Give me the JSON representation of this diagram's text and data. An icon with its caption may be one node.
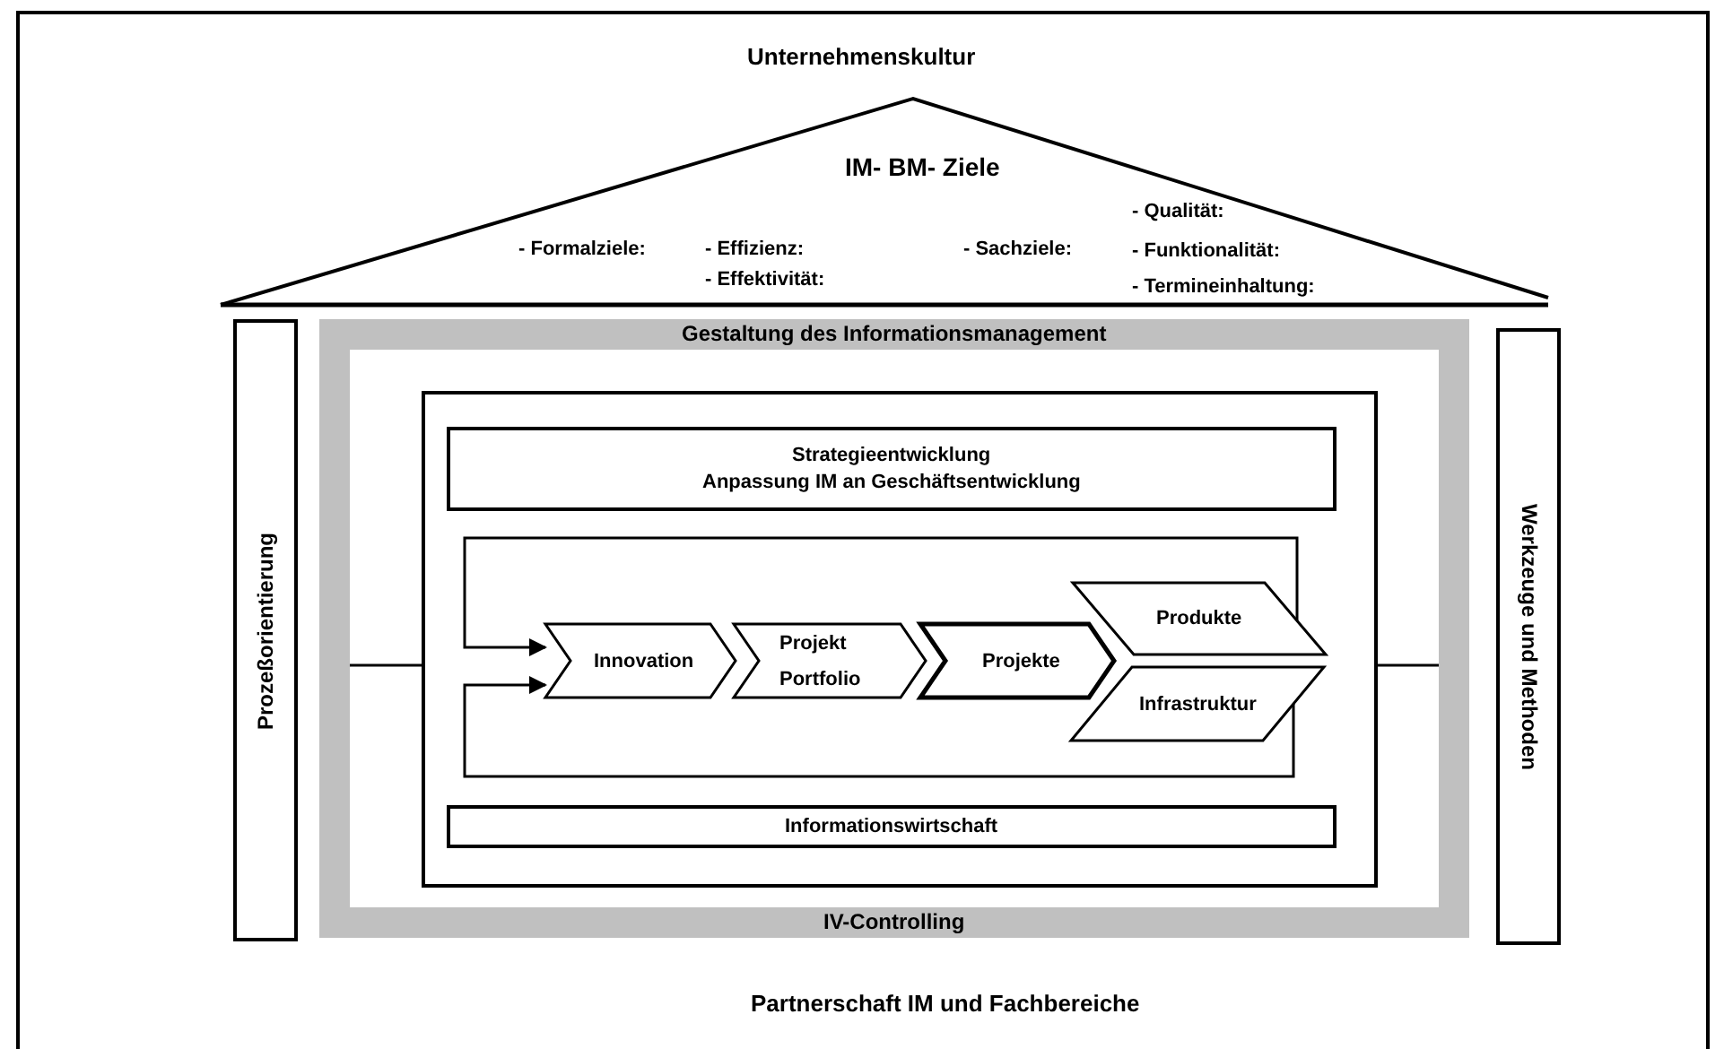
{
  "diagram": {
    "title": "Unternehmenskultur",
    "caption": "Partnerschaft IM und Fachbereiche",
    "nodes": [
      {
        "text": [
          "IM- BM- Ziele",
          "- Formalziele:",
          "- Effizienz:",
          "- Effektivität:",
          "- Sachziele:",
          "- Qualität:",
          "- Funktionalität:",
          "- Termineinhaltung:"
        ]
      },
      {
        "text": [
          "Prozeßorientierung"
        ]
      },
      {
        "text": [
          "Gestaltung des Informationsmanagement",
          "IV-Controlling"
        ]
      },
      {
        "text": [],
        "shape": "box",
        "in": 2
      },
      {
        "text": [
          "Strategieentwicklung",
          "Anpassung IM an Geschäftsentwicklung"
        ],
        "in": 3
      },
      {
        "text": [
          "Innovation"
        ],
        "in": 3
      },
      {
        "text": [
          "Projekt Portfolio"
        ],
        "in": 3
      },
      {
        "text": [
          "Projekte"
        ],
        "in": 3
      },
      {
        "text": [
          "Produkte"
        ],
        "in": 3
      },
      {
        "text": [
          "Infrastruktur"
        ],
        "in": 3
      },
      {
        "text": [
          "Informationswirtschaft"
        ],
        "in": 3
      },
      {
        "text": [
          "Werkzeuge und Methoden"
        ]
      }
    ],
    "edges": [
      {
        "from": 8,
        "to": 5,
        "arrow": "to"
      },
      {
        "from": 9,
        "to": 5,
        "arrow": "to"
      },
      {
        "from": 2,
        "to": 3,
        "arrow": "none"
      },
      {
        "from": 3,
        "to": 2,
        "arrow": "none"
      }
    ]
  }
}
